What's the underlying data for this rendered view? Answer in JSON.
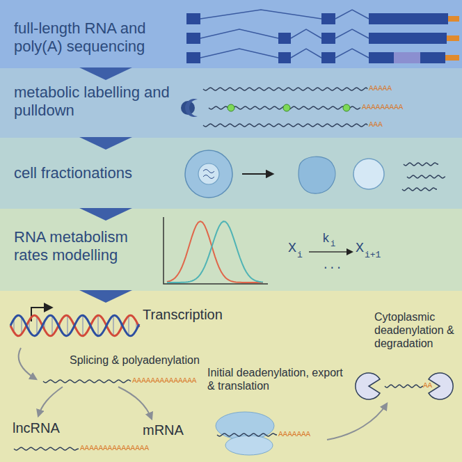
{
  "diagram": {
    "nodes": [
      {
        "text": [
          "full-length RNA and poly(A) sequencing"
        ]
      },
      {
        "text": [
          "metabolic labelling and pulldown"
        ]
      },
      {
        "text": [
          "cell fractionations"
        ]
      },
      {
        "text": [
          "RNA metabolism rates modelling"
        ]
      },
      {
        "text": [
          "Transcription",
          "Splicing & polyadenylation",
          "lncRNA",
          "mRNA",
          "Initial deadenylation, export & translation",
          "Cytoplasmic deadenylation & degradation"
        ]
      }
    ],
    "edges": [
      {
        "from": 0,
        "to": 1,
        "arrow": "to"
      },
      {
        "from": 1,
        "to": 2,
        "arrow": "to"
      },
      {
        "from": 2,
        "to": 3,
        "arrow": "to"
      },
      {
        "from": 3,
        "to": 4,
        "arrow": "to"
      }
    ],
    "labels": [
      "AAAAA",
      "AAAAAAAAA",
      "AAA",
      "X",
      "i",
      "k",
      "i",
      "X",
      "i+1",
      "...",
      "AAAAAAAAAAAAAA",
      "AAAAAAAAAAAAAAA",
      "AAAAAAA",
      "AA"
    ]
  }
}
